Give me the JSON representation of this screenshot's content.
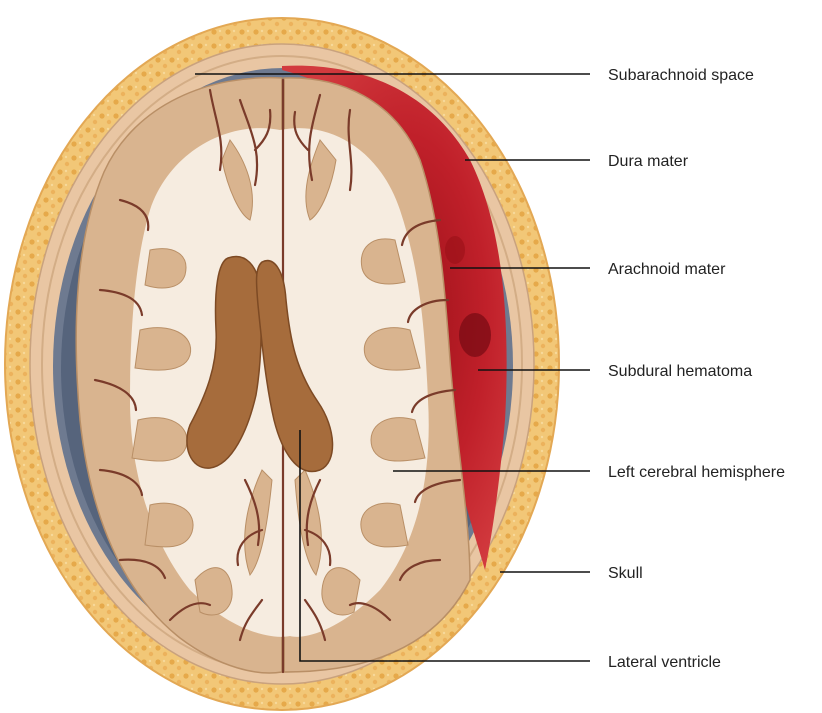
{
  "colors": {
    "scalp": "#f2c777",
    "scalp_dots": "#e6a94a",
    "skull": "#e9c6a3",
    "dura": "#6e7a90",
    "cortex": "#d9b48f",
    "white_matter": "#f6ece0",
    "sulcus": "#7a3b2a",
    "ventricle": "#a66c3c",
    "hematoma": "#c0202a",
    "hematoma_dark": "#7e0d15"
  },
  "labels": [
    {
      "id": "subarachnoid",
      "text": "Subarachnoid space"
    },
    {
      "id": "dura",
      "text": "Dura mater"
    },
    {
      "id": "arachnoid",
      "text": "Arachnoid mater"
    },
    {
      "id": "hematoma",
      "text": "Subdural hematoma"
    },
    {
      "id": "hemisphere",
      "text": "Left cerebral hemisphere"
    },
    {
      "id": "skull",
      "text": "Skull"
    },
    {
      "id": "ventricle",
      "text": "Lateral ventricle"
    }
  ]
}
